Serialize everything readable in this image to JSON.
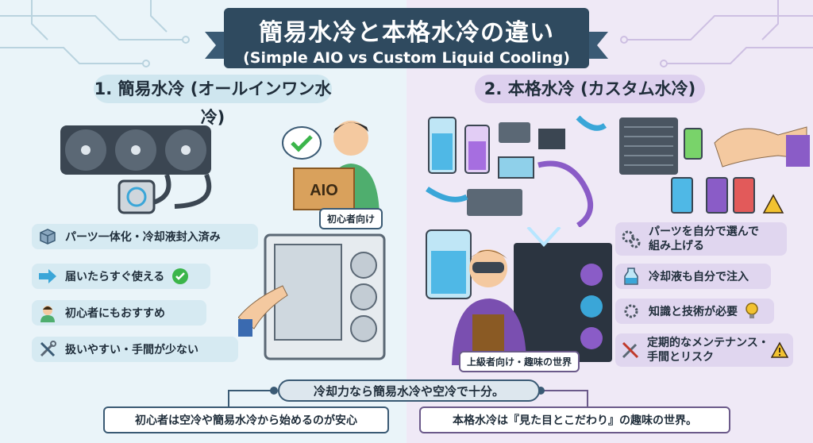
{
  "title": {
    "main": "簡易水冷と本格水冷の違い",
    "sub": "(Simple AIO vs Custom Liquid Cooling)"
  },
  "left": {
    "heading": "1. 簡易水冷 (オールインワン水冷)",
    "box_label": "AIO",
    "badge": "初心者向け",
    "features": [
      {
        "label": "パーツ一体化・冷却液封入済み",
        "icon": "package-icon"
      },
      {
        "label": "届いたらすぐ使える",
        "icon": "arrow-right-icon"
      },
      {
        "label": "初心者にもおすすめ",
        "icon": "person-icon"
      },
      {
        "label": "扱いやすい・手間が少ない",
        "icon": "tools-icon"
      }
    ]
  },
  "right": {
    "heading": "2. 本格水冷 (カスタム水冷)",
    "badge": "上級者向け・趣味の世界",
    "features": [
      {
        "label_line1": "パーツを自分で選んで",
        "label_line2": "組み上げる",
        "icon": "gears-icon"
      },
      {
        "label": "冷却液も自分で注入",
        "icon": "liquid-bottle-icon"
      },
      {
        "label": "知識と技術が必要",
        "icon": "gear-lightbulb-icon"
      },
      {
        "label_line1": "定期的なメンテナンス・",
        "label_line2": "手間とリスク",
        "icon": "tools-warning-icon"
      }
    ]
  },
  "bottom": {
    "center": "冷却力なら簡易水冷や空冷で十分。",
    "left": "初心者は空冷や簡易水冷から始めるのが安心",
    "right": "本格水冷は『見た目とこだわり』の趣味の世界。"
  },
  "colors": {
    "left_bg": "#eaf4f9",
    "right_bg": "#efe9f6",
    "banner": "#2f4a5f",
    "accent_blue": "#3aa6d8",
    "accent_purple": "#8a5cc7",
    "check_green": "#3bb54a",
    "warning_yellow": "#f2c230"
  }
}
